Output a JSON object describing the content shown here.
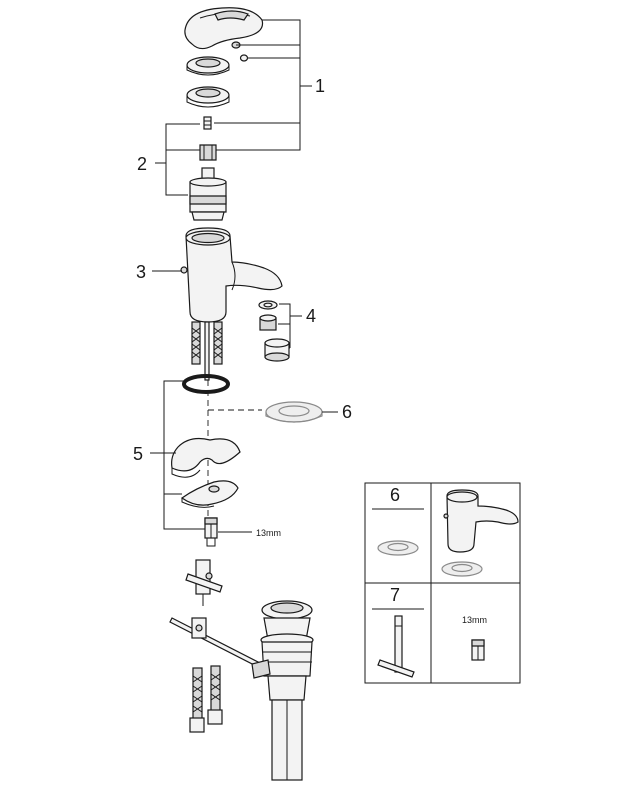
{
  "callouts": {
    "c1": "1",
    "c2": "2",
    "c3": "3",
    "c4": "4",
    "c5": "5",
    "c6": "6"
  },
  "wrench_size": "13mm",
  "inset": {
    "cell_6_label": "6",
    "cell_7_label": "7",
    "wrench_size": "13mm"
  }
}
